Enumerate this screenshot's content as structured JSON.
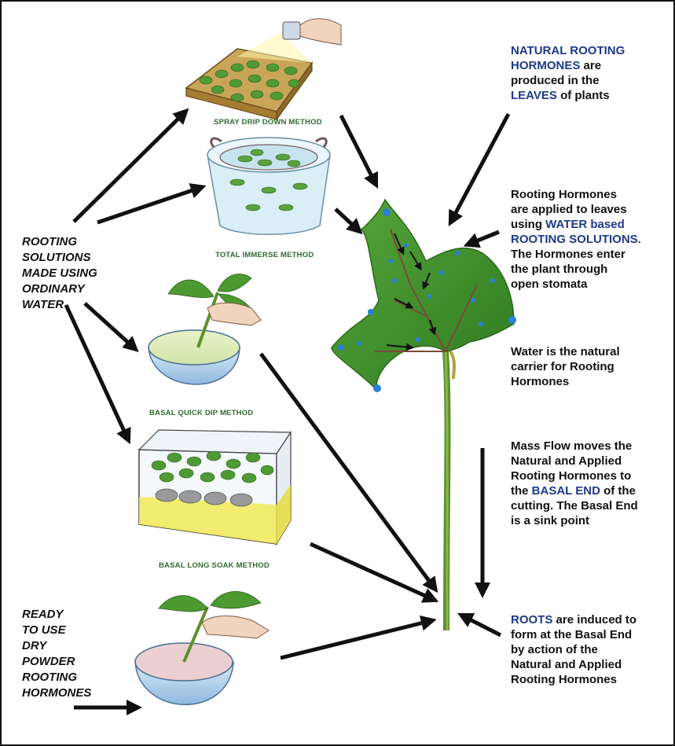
{
  "methods": {
    "spray": "SPRAY DRIP DOWN METHOD",
    "immerse": "TOTAL IMMERSE METHOD",
    "quick_dip": "BASAL QUICK DIP METHOD",
    "long_soak": "BASAL LONG SOAK METHOD"
  },
  "left_labels": {
    "solutions": [
      "ROOTING",
      "SOLUTIONS",
      "MADE USING",
      "ORDINARY",
      "WATER"
    ],
    "powder": [
      "READY",
      "TO USE",
      "DRY",
      "POWDER",
      "ROOTING",
      "HORMONES"
    ]
  },
  "right_text": {
    "natural": {
      "b1": "NATURAL ROOTING",
      "b2": "HORMONES",
      "t1": " are",
      "t2": "produced in the",
      "b3": "LEAVES",
      "t3": " of plants"
    },
    "applied": {
      "t1": "Rooting Hormones",
      "t2": "are applied to leaves",
      "t3": "using ",
      "b1": "WATER based",
      "b2": "ROOTING SOLUTIONS.",
      "t4": "The Hormones enter",
      "t5": "the plant through",
      "t6": "open stomata"
    },
    "carrier": [
      "Water is the natural",
      "carrier for Rooting",
      "Hormones"
    ],
    "massflow": {
      "t1": "Mass Flow moves the",
      "t2": "Natural and Applied",
      "t3": "Rooting Hormones to",
      "t4": "the ",
      "b1": "BASAL END",
      "t5": " of the",
      "t6": "cutting. The Basal End",
      "t7": "is a sink point"
    },
    "roots": {
      "b1": "ROOTS",
      "t1": " are induced to",
      "t2": "form at the Basal End",
      "t3": "by action of the",
      "t4": "Natural and Applied",
      "t5": "Rooting Hormones"
    }
  },
  "colors": {
    "leaf": "#3d8a2a",
    "stem": "#5d8f2e",
    "stomata": "#2b7fd6",
    "accent_blue": "#1d3a8a",
    "method_green": "#2f6b2f",
    "arrow": "#111111"
  }
}
